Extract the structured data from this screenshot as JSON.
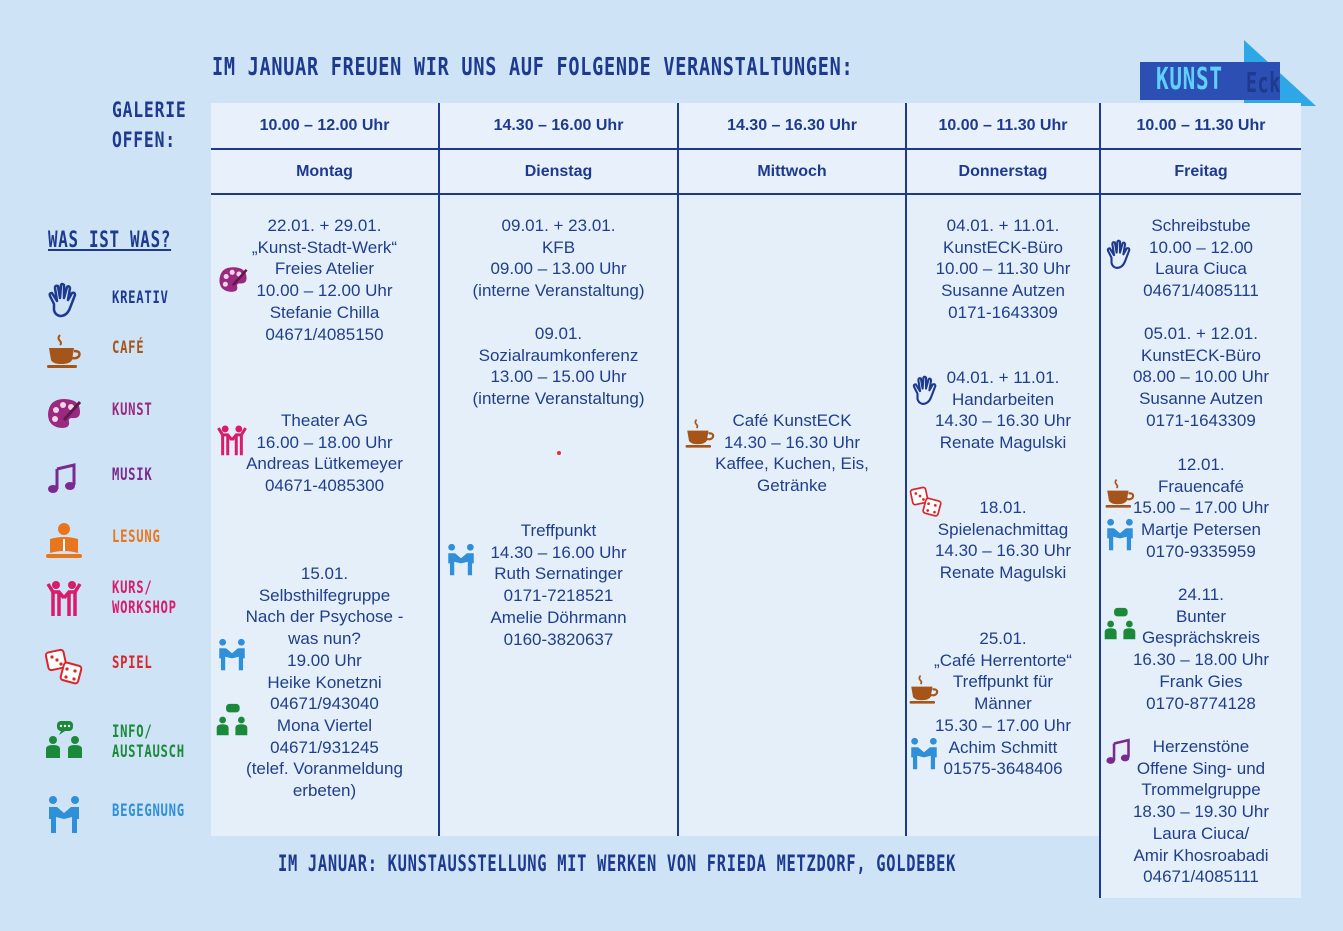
{
  "headline": "IM JANUAR FREUEN WIR UNS AUF FOLGENDE VERANSTALTUNGEN:",
  "gallery": [
    "GALERIE",
    "OFFEN:"
  ],
  "legend_title": "WAS IST WAS?",
  "logo": {
    "part1": "KUNST",
    "part2": "Eck"
  },
  "legend": [
    {
      "icon": "hand-icon",
      "label": "KREATIV",
      "color": "#1d3a8f"
    },
    {
      "icon": "coffee-cup-icon",
      "label": "CAFÉ",
      "color": "#a5551a"
    },
    {
      "icon": "palette-icon",
      "label": "KUNST",
      "color": "#9a2a7f"
    },
    {
      "icon": "music-note-icon",
      "label": "MUSIK",
      "color": "#7a2a8f"
    },
    {
      "icon": "reading-icon",
      "label": "LESUNG",
      "color": "#e8761c"
    },
    {
      "icon": "people-icon",
      "label": "KURS/\nWORKSHOP",
      "color": "#d81b6a"
    },
    {
      "icon": "dice-icon",
      "label": "SPIEL",
      "color": "#d9262a"
    },
    {
      "icon": "chat-people-icon",
      "label": "INFO/\nAUSTAUSCH",
      "color": "#1a8a3a"
    },
    {
      "icon": "meeting-icon",
      "label": "BEGEGNUNG",
      "color": "#2f8fd8"
    }
  ],
  "columns": [
    {
      "time": "10.00 – 12.00 Uhr",
      "day": "Montag"
    },
    {
      "time": "14.30 – 16.00 Uhr",
      "day": "Dienstag"
    },
    {
      "time": "14.30 – 16.30 Uhr",
      "day": "Mittwoch"
    },
    {
      "time": "10.00 – 11.30 Uhr",
      "day": "Donnerstag"
    },
    {
      "time": "10.00 – 11.30 Uhr",
      "day": "Freitag"
    }
  ],
  "events": {
    "montag": [
      "22.01. + 29.01.\n„Kunst-Stadt-Werk“\nFreies Atelier\n10.00 – 12.00 Uhr\nStefanie Chilla\n04671/4085150",
      "Theater AG\n16.00 – 18.00 Uhr\nAndreas Lütkemeyer\n04671-4085300",
      "15.01.\nSelbsthilfegruppe\nNach der Psychose -\nwas nun?\n19.00 Uhr\nHeike Konetzni\n04671/943040\nMona Viertel\n04671/931245\n(telef. Voranmeldung\nerbeten)"
    ],
    "dienstag": [
      "09.01. + 23.01.\nKFB\n09.00 – 13.00 Uhr\n(interne Veranstaltung)",
      "09.01.\nSozialraumkonferenz\n13.00 – 15.00 Uhr\n(interne Veranstaltung)",
      "Treffpunkt\n14.30 – 16.00 Uhr\nRuth Sernatinger\n0171-7218521\nAmelie Döhrmann\n0160-3820637"
    ],
    "mittwoch": [
      "Café KunstECK\n14.30 – 16.30 Uhr\nKaffee, Kuchen, Eis,\nGetränke"
    ],
    "donnerstag": [
      "04.01. + 11.01.\nKunstECK-Büro\n10.00 – 11.30 Uhr\nSusanne Autzen\n0171-1643309",
      "04.01. + 11.01.\nHandarbeiten\n14.30 – 16.30 Uhr\nRenate Magulski",
      "18.01.\nSpielenachmittag\n14.30 – 16.30 Uhr\nRenate Magulski",
      "25.01.\n„Café Herrentorte“\nTreffpunkt für\nMänner\n15.30 – 17.00 Uhr\nAchim Schmitt\n01575-3648406"
    ],
    "freitag": [
      "Schreibstube\n10.00 – 12.00\nLaura Ciuca\n04671/4085111",
      "05.01. + 12.01.\nKunstECK-Büro\n08.00 – 10.00 Uhr\nSusanne Autzen\n0171-1643309",
      "12.01.\nFrauencafé\n15.00 – 17.00 Uhr\nMartje Petersen\n0170-9335959",
      "24.11.\nBunter\nGesprächskreis\n16.30 – 18.00 Uhr\nFrank Gies\n0170-8774128",
      "Herzenstöne\nOffene Sing- und\nTrommelgruppe\n18.30 – 19.30 Uhr\nLaura Ciuca/\nAmir Khosroabadi\n04671/4085111"
    ]
  },
  "footer": "IM JANUAR: KUNSTAUSSTELLUNG MIT WERKEN VON FRIEDA METZDORF, GOLDEBEK"
}
